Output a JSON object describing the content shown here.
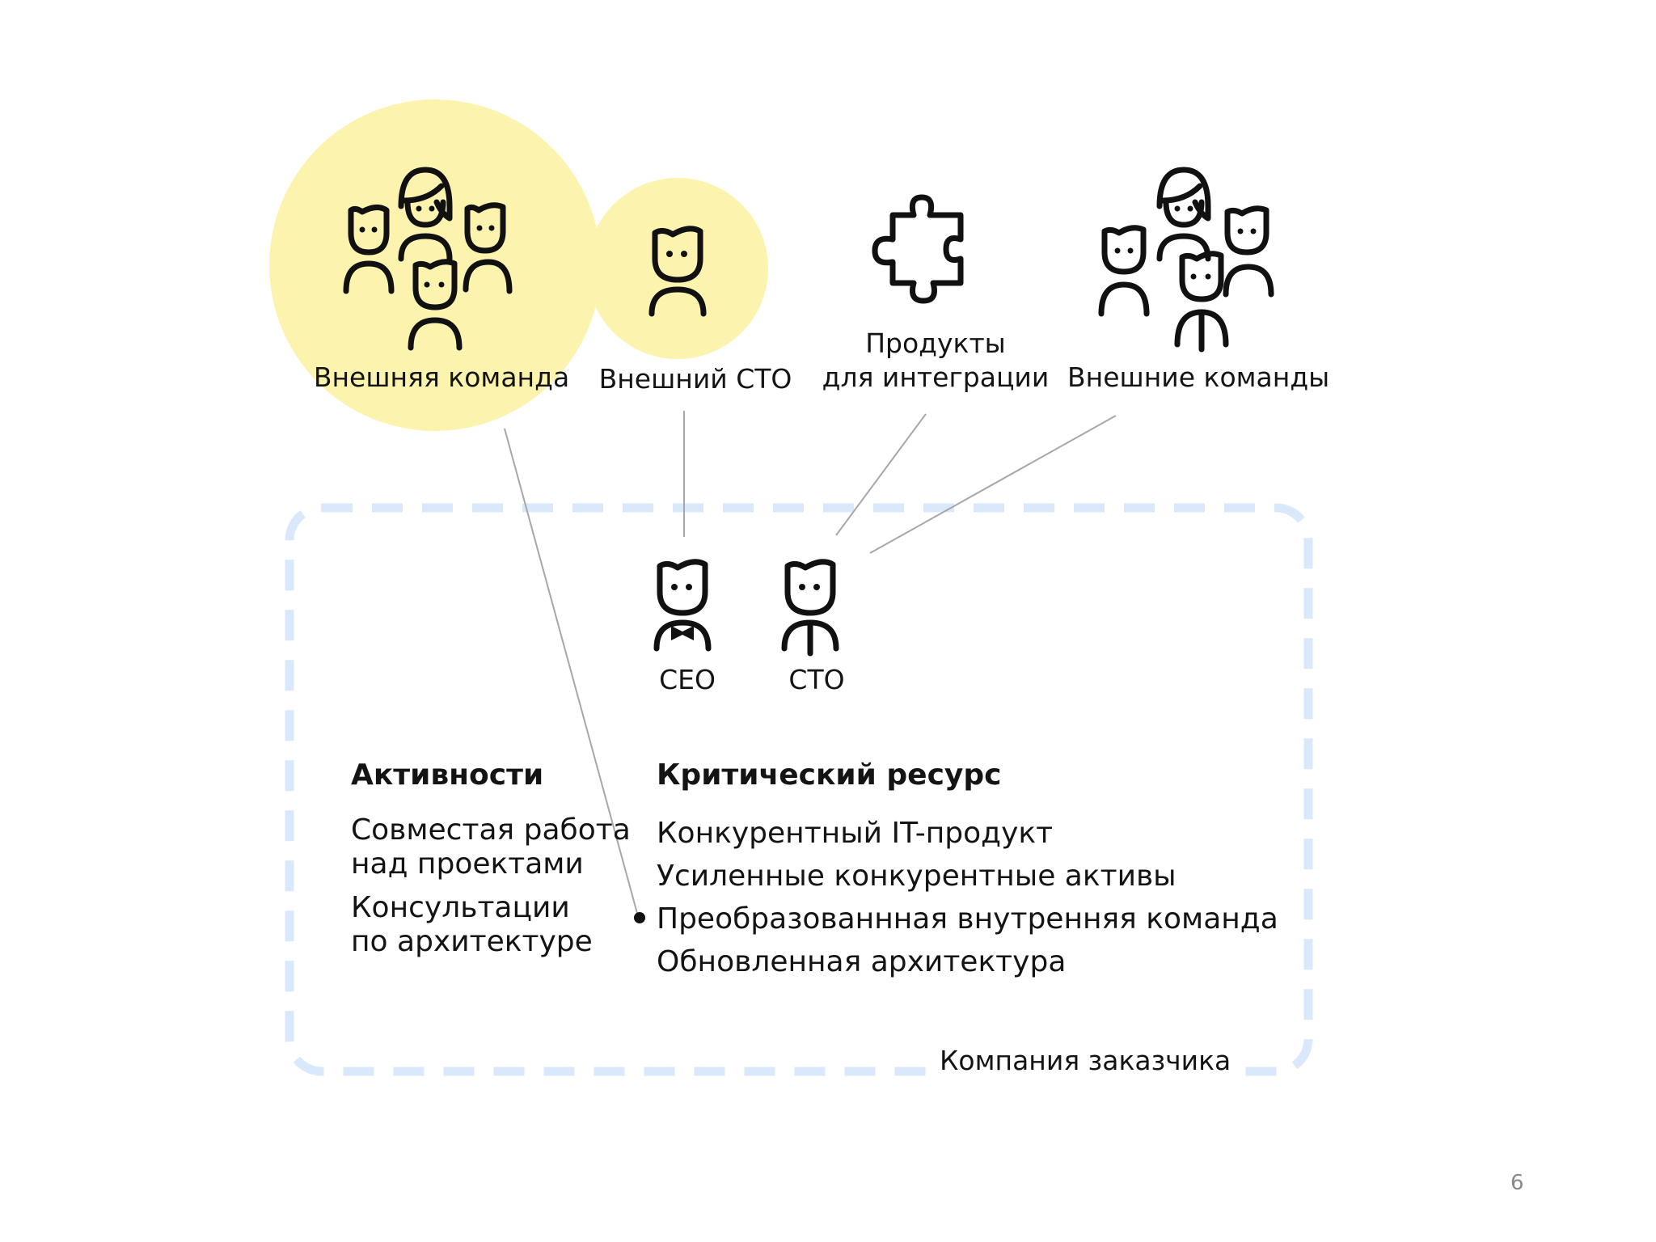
{
  "nodes": {
    "external_team": "Внешняя команда",
    "external_cto": "Внешний СТО",
    "integration_products": [
      "Продукты",
      "для интеграции"
    ],
    "external_teams": "Внешние команды",
    "ceo": "CEO",
    "cto": "CTO"
  },
  "sections": {
    "activities": {
      "title": "Активности",
      "items": [
        [
          "Совместая работа",
          "над проектами"
        ],
        [
          "Консультации",
          "по архитектуре"
        ]
      ]
    },
    "critical_resource": {
      "title": "Критический ресурс",
      "items": [
        "Конкурентный IT-продукт",
        "Усиленные конкурентные активы",
        "Преобразованнная внутренняя команда",
        "Обновленная архитектура"
      ]
    }
  },
  "frame_label": "Компания заказчика",
  "page_number": "6",
  "colors": {
    "highlight": "#fbf3ae",
    "frame": "#d9e8fb",
    "text": "#141414",
    "connector": "#a7a7a7"
  },
  "icons": [
    "team-group-icon",
    "person-icon",
    "puzzle-icon",
    "teams-group-icon",
    "ceo-bowtie-icon",
    "cto-tie-icon"
  ]
}
